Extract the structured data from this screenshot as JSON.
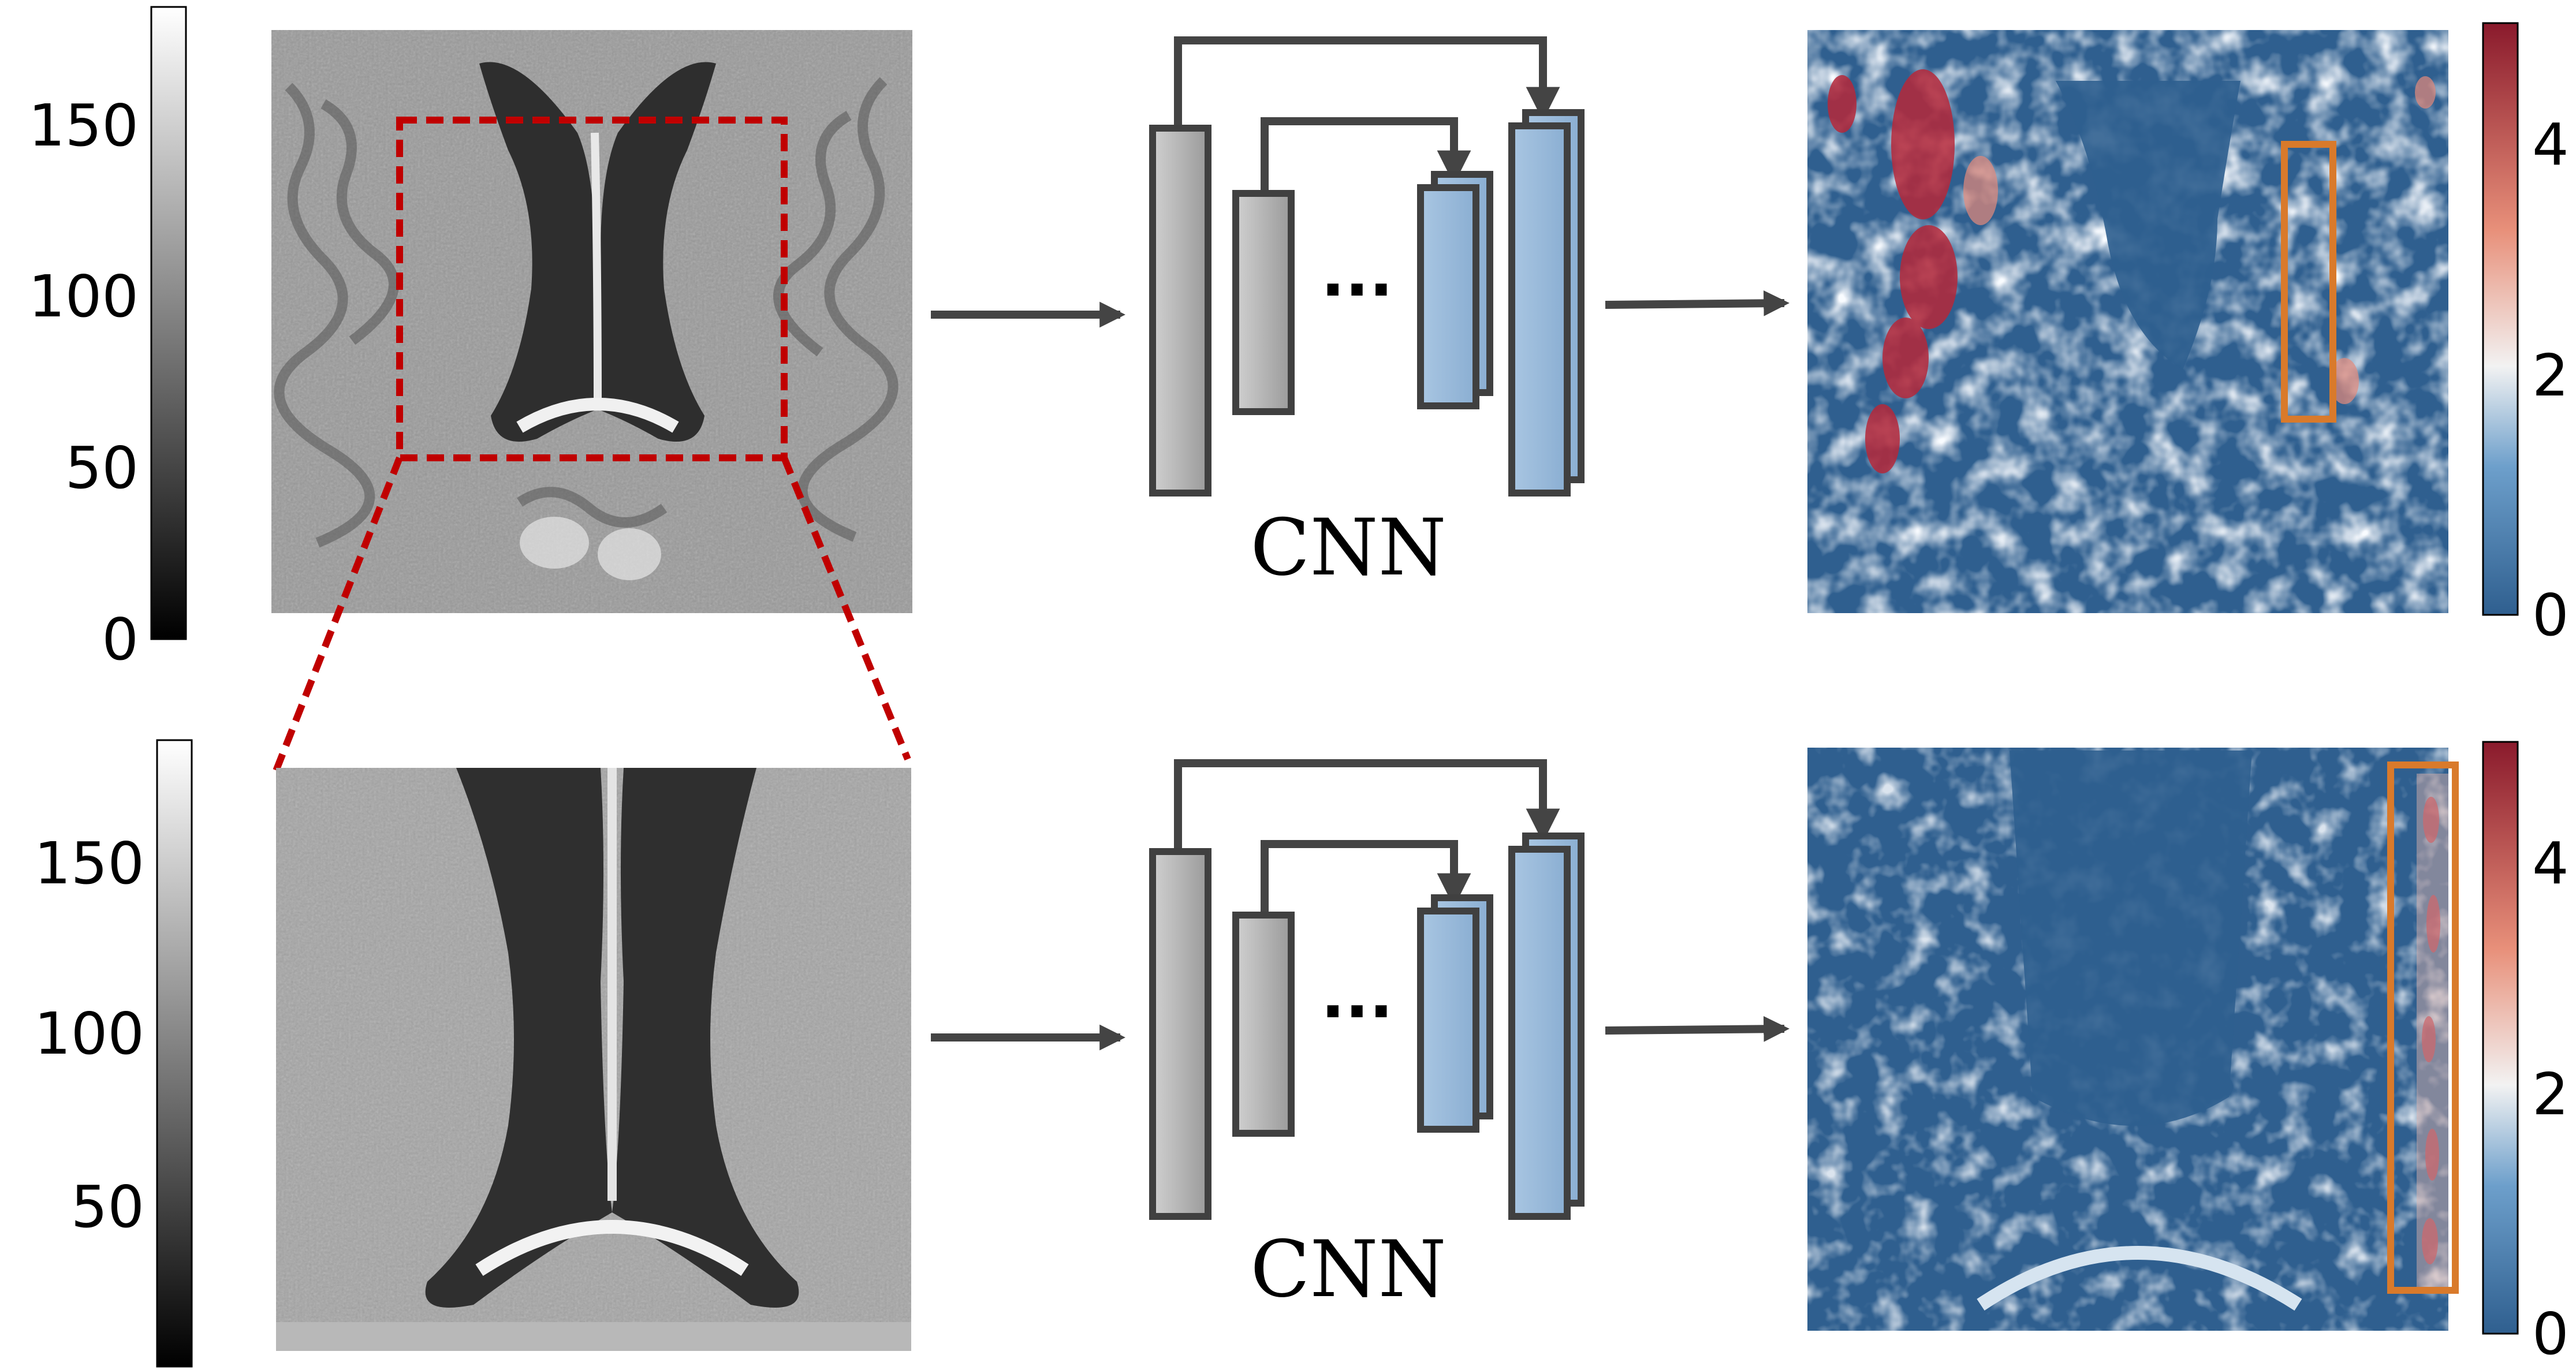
{
  "colors": {
    "arrow": "#444444",
    "encoder_fill": "#b0b0b0",
    "decoder_fill": "#9bbcdb",
    "block_stroke": "#404040",
    "roi_box": "#c00000",
    "highlight_box": "#d97a2b",
    "map_low": "#2f5f8f",
    "map_mid": "#f2f2f2",
    "map_high": "#a02030"
  },
  "top_row": {
    "intensity_colorbar": {
      "ticks": [
        "150",
        "100",
        "50",
        "0"
      ]
    },
    "input_image": {
      "icon": "brain-mri-slice-with-roi"
    },
    "network": {
      "label": "CNN",
      "icon": "unet-skip-connection-icon",
      "ellipsis": "···"
    },
    "output_map": {
      "icon": "error-heatmap"
    },
    "error_colorbar": {
      "ticks": [
        "4",
        "2",
        "0"
      ]
    }
  },
  "bottom_row": {
    "intensity_colorbar": {
      "ticks": [
        "150",
        "100",
        "50"
      ]
    },
    "input_image": {
      "icon": "brain-mri-crop-zoomed"
    },
    "network": {
      "label": "CNN",
      "icon": "unet-skip-connection-icon",
      "ellipsis": "···"
    },
    "output_map": {
      "icon": "error-heatmap"
    },
    "error_colorbar": {
      "ticks": [
        "4",
        "2",
        "0"
      ]
    }
  }
}
